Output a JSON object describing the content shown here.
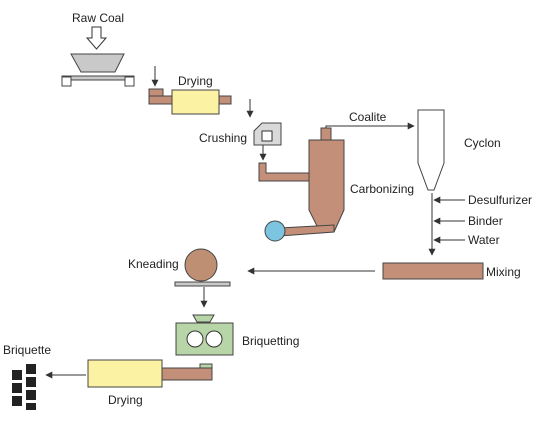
{
  "labels": {
    "raw_coal": "Raw Coal",
    "drying_top": "Drying",
    "crushing": "Crushing",
    "coalite": "Coalite",
    "cyclon": "Cyclon",
    "carbonizing": "Carbonizing",
    "desulfurizer": "Desulfurizer",
    "binder": "Binder",
    "water": "Water",
    "mixing": "Mixing",
    "kneading": "Kneading",
    "briquetting": "Briquetting",
    "briquette": "Briquette",
    "drying_bottom": "Drying"
  },
  "colors": {
    "stroke": "#333333",
    "hopper_fill": "#c9c9c9",
    "dryer_fill": "#fbf2a4",
    "duct_fill": "#c48f78",
    "carbonizer_fill": "#c48f78",
    "fan_fill": "#7cc4e0",
    "kneader_fill": "#bf8f73",
    "briquetter_fill": "#b7d5a6",
    "briquette_fill": "#222222",
    "cyclone_fill": "#ffffff"
  }
}
